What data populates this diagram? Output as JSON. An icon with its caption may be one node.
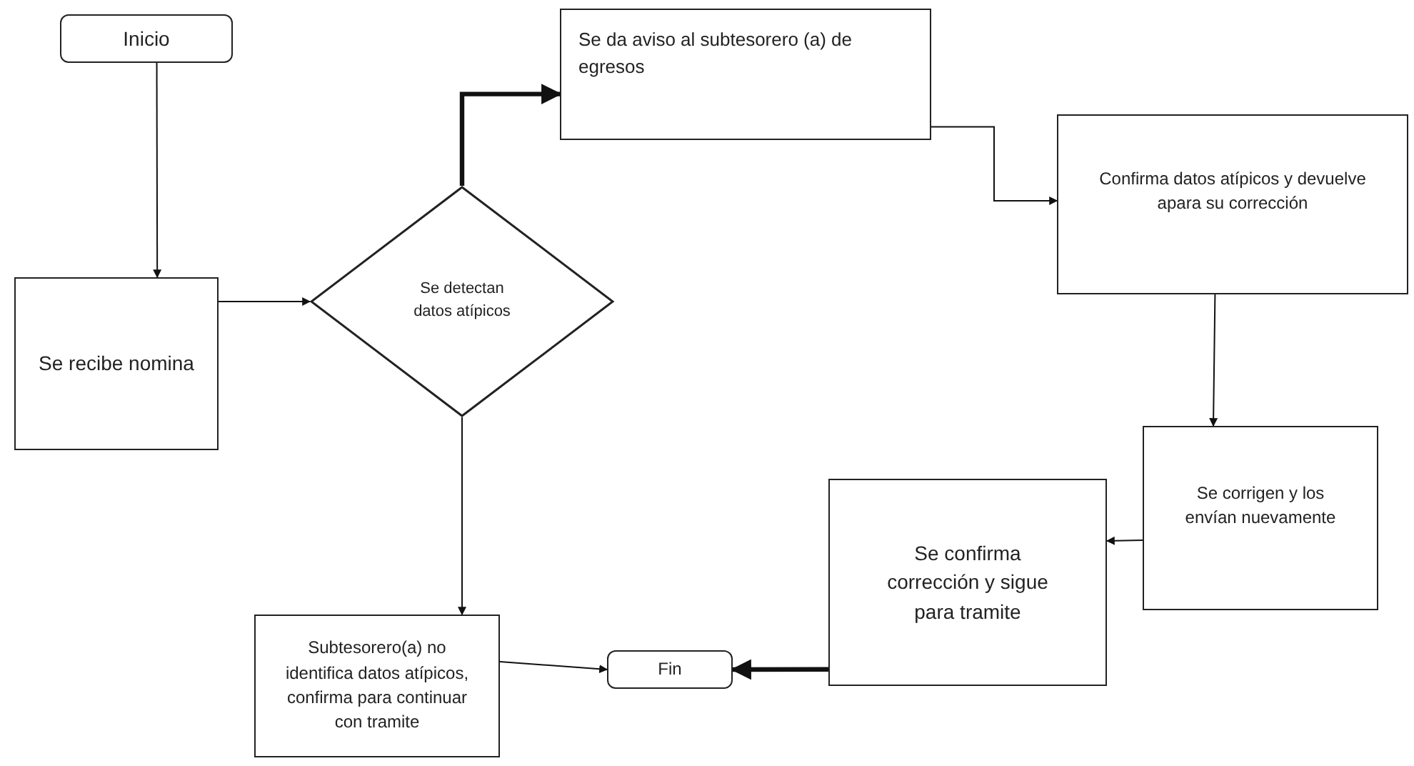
{
  "diagram": {
    "nodes": [
      {
        "text": [
          "Inicio"
        ]
      },
      {
        "text": [
          "Se recibe nomina"
        ]
      },
      {
        "text": [
          "Se detectan datos atípicos"
        ]
      },
      {
        "text": [
          "Se da aviso al subtesorero (a) de egresos"
        ]
      },
      {
        "text": [
          "Confirma datos atípicos y devuelve apara su corrección"
        ]
      },
      {
        "text": [
          "Se corrigen y los envían nuevamente"
        ]
      },
      {
        "text": [
          "Se confirma corrección y sigue para tramite"
        ]
      },
      {
        "text": [
          "Subtesorero(a) no identifica datos atípicos, confirma para continuar con tramite"
        ]
      },
      {
        "text": [
          "Fin"
        ]
      }
    ],
    "edges": [
      {
        "from": 0,
        "to": 1,
        "arrow": "to"
      },
      {
        "from": 1,
        "to": 2,
        "arrow": "to"
      },
      {
        "from": 2,
        "to": 3,
        "arrow": "to",
        "style": "thick"
      },
      {
        "from": 3,
        "to": 4,
        "arrow": "to"
      },
      {
        "from": 4,
        "to": 5,
        "arrow": "to"
      },
      {
        "from": 5,
        "to": 6,
        "arrow": "to"
      },
      {
        "from": 6,
        "to": 8,
        "arrow": "to",
        "style": "thick"
      },
      {
        "from": 7,
        "to": 8,
        "arrow": "to"
      },
      {
        "from": 2,
        "to": 7,
        "arrow": "to"
      }
    ]
  }
}
